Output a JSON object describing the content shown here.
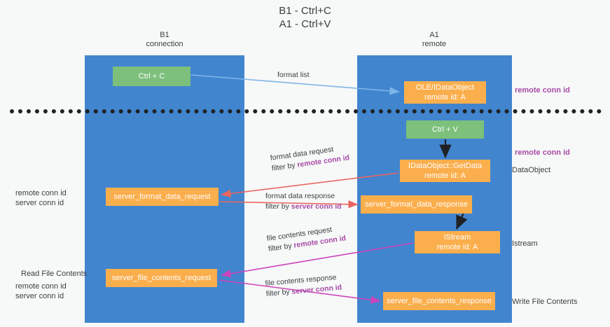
{
  "title": {
    "line1": "B1 - Ctrl+C",
    "line2": "A1 - Ctrl+V"
  },
  "columns": [
    {
      "name": "B1",
      "role": "connection"
    },
    {
      "name": "A1",
      "role": "remote"
    }
  ],
  "nodes": {
    "ctrl_c": {
      "label": "Ctrl + C",
      "color": "#7cc07c"
    },
    "idataobject": {
      "label": "OLE/IDataObject",
      "sub": "remote id: A",
      "color": "#fbae4c"
    },
    "ctrl_v": {
      "label": "Ctrl + V",
      "color": "#7cc07c"
    },
    "getdata": {
      "label": "IDataObject::GetData",
      "sub": "remote id: A",
      "color": "#fbae4c"
    },
    "server_format_data_request": {
      "label": "server_format_data_request",
      "color": "#fbae4c"
    },
    "server_format_data_response": {
      "label": "server_format_data_response",
      "color": "#fbae4c"
    },
    "istream": {
      "label": "IStream",
      "sub": "remote id: A",
      "color": "#fbae4c"
    },
    "server_file_contents_request": {
      "label": "server_file_contents_request",
      "color": "#fbae4c"
    },
    "server_file_contents_response": {
      "label": "server_file_contents_response",
      "color": "#fbae4c"
    }
  },
  "edges": {
    "format_list": "format list",
    "format_data_request": "format data request",
    "format_data_request_filter_prefix": "filter by ",
    "format_data_request_filter_value": "remote conn id",
    "format_data_response": "format data response",
    "format_data_response_filter_prefix": "filter by ",
    "format_data_response_filter_value": "server conn id",
    "file_contents_request": "file contents request",
    "file_contents_request_filter_prefix": "filter by ",
    "file_contents_request_filter_value": "remote conn id",
    "file_contents_response": "file contents response",
    "file_contents_response_filter_prefix": "filter by ",
    "file_contents_response_filter_value": "server conn id"
  },
  "annotations": {
    "remote_conn_id": "remote conn id",
    "server_conn_id": "server conn id",
    "dataobject": "DataObject",
    "istream": "Istream",
    "write_file_contents": "Write File Contents",
    "read_file_contents": "Read File Contents"
  },
  "colors": {
    "lane": "#4285cf",
    "green_node": "#7cc07c",
    "orange_node": "#fbae4c",
    "remote_conn_id": "#a64ca6",
    "server_conn_id": "#74bd74",
    "arrow_blue": "#7eb6e8",
    "arrow_red": "#e8665f",
    "arrow_magenta": "#cc44bb",
    "arrow_black": "#202124",
    "divider": "#202124",
    "background": "#f7f8f8"
  }
}
